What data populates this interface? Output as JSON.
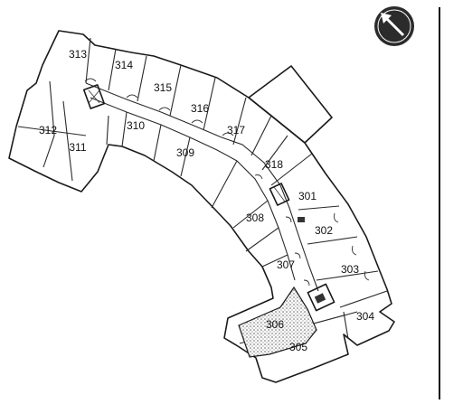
{
  "north_arrow": {
    "icon": "north-arrow-icon"
  },
  "rooms": [
    {
      "id": "313",
      "label": "313"
    },
    {
      "id": "314",
      "label": "314"
    },
    {
      "id": "315",
      "label": "315"
    },
    {
      "id": "316",
      "label": "316"
    },
    {
      "id": "317",
      "label": "317"
    },
    {
      "id": "312",
      "label": "312"
    },
    {
      "id": "311",
      "label": "311"
    },
    {
      "id": "310",
      "label": "310"
    },
    {
      "id": "309",
      "label": "309"
    },
    {
      "id": "318",
      "label": "318"
    },
    {
      "id": "301",
      "label": "301"
    },
    {
      "id": "308",
      "label": "308"
    },
    {
      "id": "302",
      "label": "302"
    },
    {
      "id": "307",
      "label": "307"
    },
    {
      "id": "303",
      "label": "303"
    },
    {
      "id": "306",
      "label": "306",
      "highlighted": true
    },
    {
      "id": "304",
      "label": "304"
    },
    {
      "id": "305",
      "label": "305"
    }
  ],
  "colors": {
    "highlight": "#9a9a9a",
    "wall": "#1a1a1a",
    "north_arrow": "#2b2b2b"
  }
}
